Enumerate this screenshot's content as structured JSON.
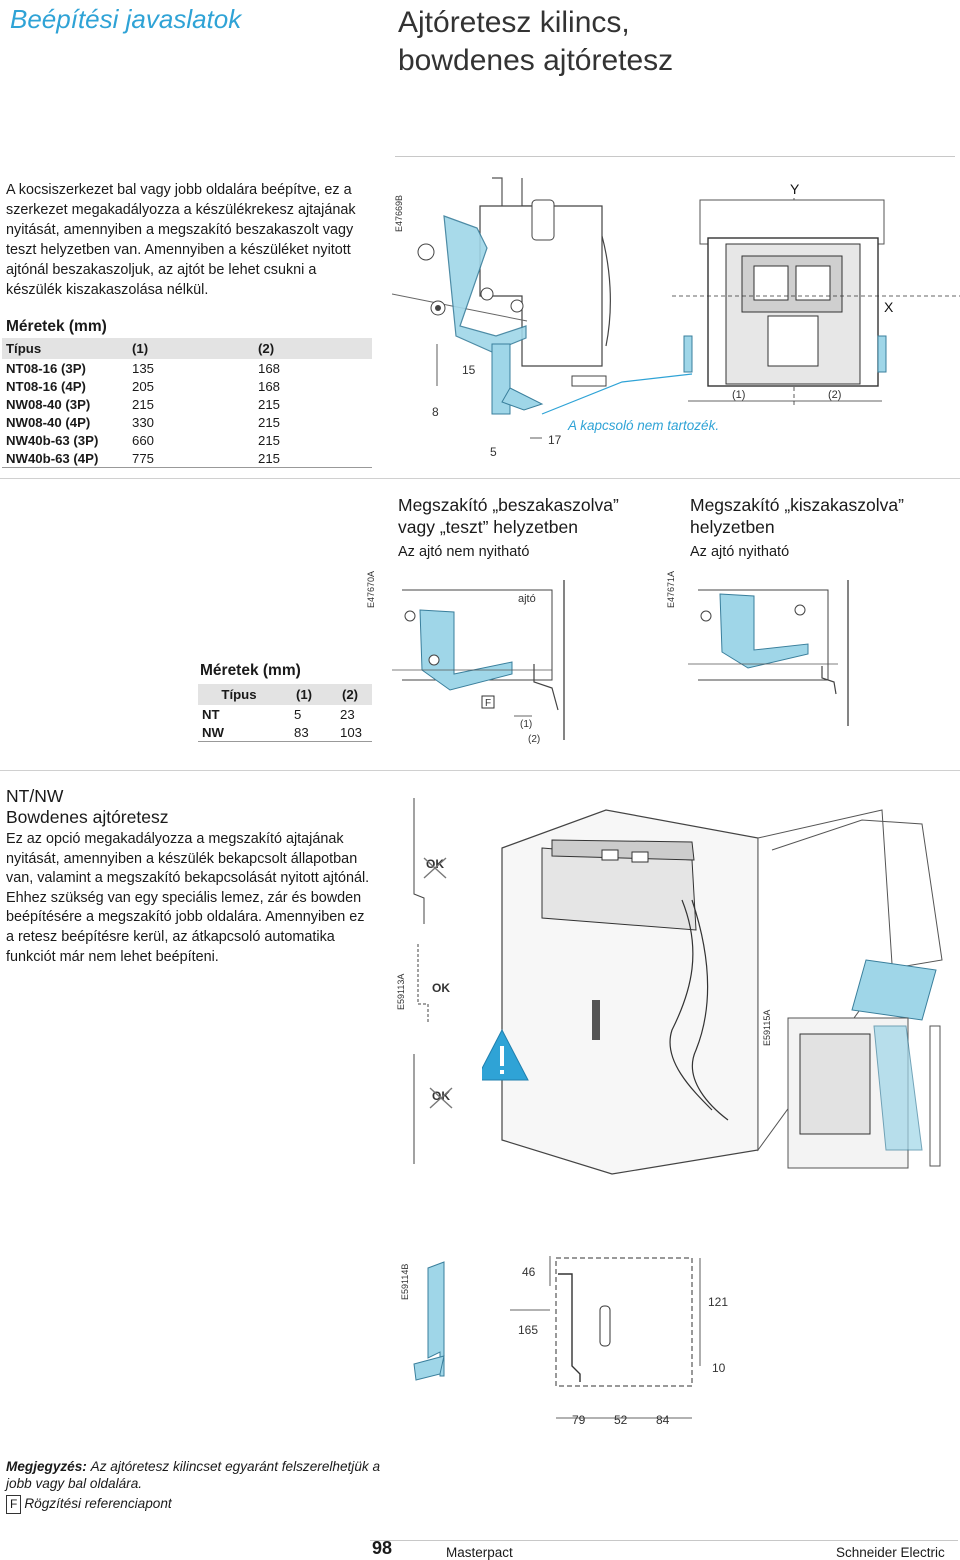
{
  "header": {
    "section": "Beépítési javaslatok",
    "title_line1": "Ajtóretesz kilincs,",
    "title_line2": "bowdenes ajtóretesz"
  },
  "intro": {
    "text": "A kocsiszerkezet bal vagy jobb oldalára beépítve, ez a szerkezet megakadályozza a készülékrekesz ajtajának nyitását, amennyiben a megszakító beszakaszolt vagy teszt helyzetben van. Amennyiben a készüléket nyitott ajtónál beszakaszoljuk, az ajtót be lehet csukni a készülék kiszakaszolása nélkül."
  },
  "dims1": {
    "title": "Méretek (mm)",
    "columns": [
      "Típus",
      "(1)",
      "(2)"
    ],
    "rows": [
      [
        "NT08-16 (3P)",
        "135",
        "168"
      ],
      [
        "NT08-16 (4P)",
        "205",
        "168"
      ],
      [
        "NW08-40 (3P)",
        "215",
        "215"
      ],
      [
        "NW08-40 (4P)",
        "330",
        "215"
      ],
      [
        "NW40b-63 (3P)",
        "660",
        "215"
      ],
      [
        "NW40b-63 (4P)",
        "775",
        "215"
      ]
    ]
  },
  "fig1": {
    "code": "E47669B",
    "labels": {
      "d15": "15",
      "d8": "8",
      "d5": "5",
      "d17": "17"
    },
    "note": "A kapcsoló nem tartozék."
  },
  "fig2": {
    "label_y": "Y",
    "label_x": "X",
    "label_1": "(1)",
    "label_2": "(2)"
  },
  "states": {
    "left_title_1": "Megszakító „beszakaszolva”",
    "left_title_2": "vagy „teszt” helyzetben",
    "left_sub": "Az ajtó nem nyitható",
    "right_title_1": "Megszakító „kiszakaszolva”",
    "right_title_2": "helyzetben",
    "right_sub": "Az ajtó nyitható",
    "fig_left_code": "E47670A",
    "fig_right_code": "E47671A",
    "door_label": "ajtó",
    "f_label": "F",
    "lbl1": "(1)",
    "lbl2": "(2)"
  },
  "dims2": {
    "title": "Méretek (mm)",
    "columns": [
      "Típus",
      "(1)",
      "(2)"
    ],
    "rows": [
      [
        "NT",
        "5",
        "23"
      ],
      [
        "NW",
        "83",
        "103"
      ]
    ]
  },
  "ntnw": {
    "head1": "NT/NW",
    "head2": "Bowdenes ajtóretesz",
    "body": "Ez az opció megakadályozza a megszakító ajtajának nyitását, amennyiben a készülék bekapcsolt állapotban van, valamint a megszakító bekapcsolását nyitott ajtónál. Ehhez szükség van egy speciális lemez, zár és bowden beépítésére a megszakító jobb oldalára. Amennyiben ez a retesz beépítésre kerül, az átkapcsoló automatika funkciót már nem lehet beépíteni."
  },
  "bowden_fig": {
    "code": "E59113A",
    "code2": "E59115A",
    "ok1": "OK",
    "ok2": "OK",
    "ok3": "OK"
  },
  "plate_fig": {
    "code": "E59114B",
    "d46": "46",
    "d121": "121",
    "d165": "165",
    "d10": "10",
    "d79": "79",
    "d52": "52",
    "d84": "84"
  },
  "note": {
    "label": "Megjegyzés:",
    "text": "Az ajtóretesz kilincset egyaránt felszerelhetjük a jobb vagy bal oldalára.",
    "f_box": "F",
    "f_text": "Rögzítési referenciapont"
  },
  "footer": {
    "page": "98",
    "product": "Masterpact",
    "brand": "Schneider Electric"
  },
  "colors": {
    "accent": "#2fa3d6",
    "part_fill": "#9fd6e8",
    "gray": "#e3e3e3"
  }
}
